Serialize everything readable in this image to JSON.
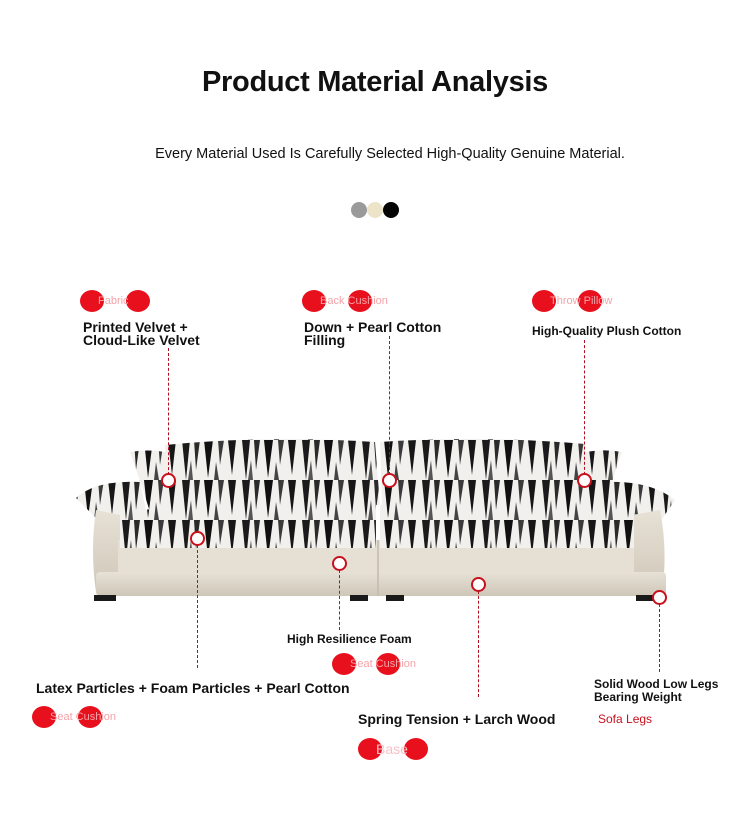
{
  "header": {
    "title": "Product Material Analysis",
    "subtitle": "Every Material Used Is Carefully Selected High-Quality Genuine Material."
  },
  "swatches": [
    {
      "name": "gray",
      "color": "#9a9a9a"
    },
    {
      "name": "beige",
      "color": "#ece3c9"
    },
    {
      "name": "black",
      "color": "#050505"
    }
  ],
  "callouts": {
    "fabric": {
      "tag": "Fabric",
      "line1": "Printed Velvet +",
      "line2": "Cloud-Like Velvet"
    },
    "back_cushion": {
      "tag": "Back Cushion",
      "line1": "Down + Pearl Cotton",
      "line2": "Filling"
    },
    "throw_pillow": {
      "tag": "Throw Pillow",
      "line1": "High-Quality Plush Cotton"
    },
    "seat_cushion_inner": {
      "tag": "Seat Cushion",
      "line1": "High Resilience Foam"
    },
    "seat_cushion_outer": {
      "tag": "Seat Cushion",
      "line1": "Latex Particles + Foam Particles + Pearl Cotton"
    },
    "base": {
      "tag": "Base",
      "line1": "Spring Tension + Larch Wood"
    },
    "sofa_legs": {
      "tag": "Sofa Legs",
      "line1": "Solid Wood Low Legs",
      "line2": "Bearing Weight"
    }
  },
  "colors": {
    "accent": "#e8101d",
    "tag_text": "#f4a3a8"
  }
}
